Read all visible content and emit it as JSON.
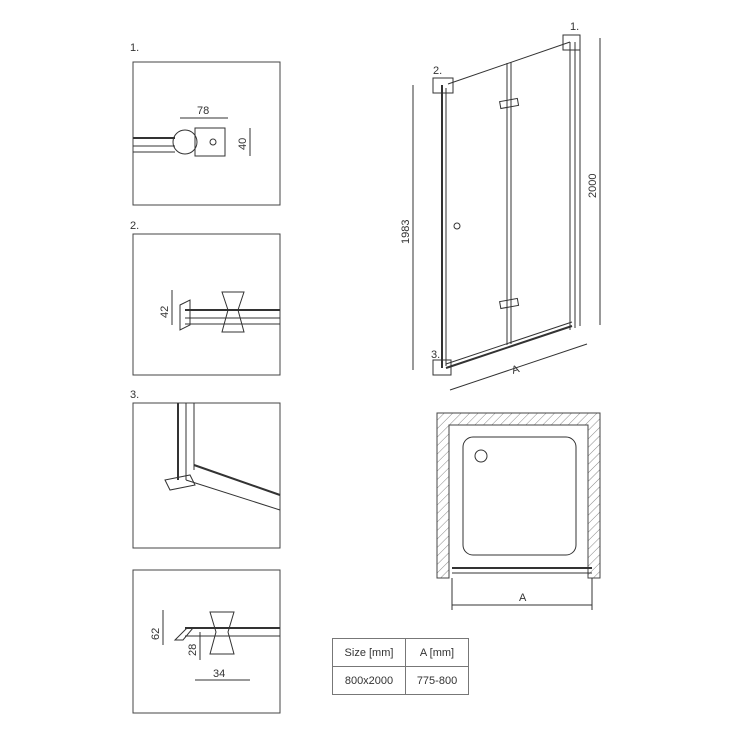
{
  "details": [
    {
      "label": "1.",
      "dims": [
        "78",
        "40"
      ]
    },
    {
      "label": "2.",
      "dims": [
        "42"
      ]
    },
    {
      "label": "3.",
      "dims": []
    },
    {
      "label": "",
      "dims": [
        "62",
        "28",
        "34"
      ]
    }
  ],
  "front_view": {
    "callouts": [
      "1.",
      "2.",
      "3."
    ],
    "height_total": "2000",
    "height_door": "1983",
    "width_label": "A"
  },
  "plan_view": {
    "width_label": "A"
  },
  "table": {
    "headers": [
      "Size [mm]",
      "A [mm]"
    ],
    "rows": [
      [
        "800x2000",
        "775-800"
      ]
    ]
  }
}
